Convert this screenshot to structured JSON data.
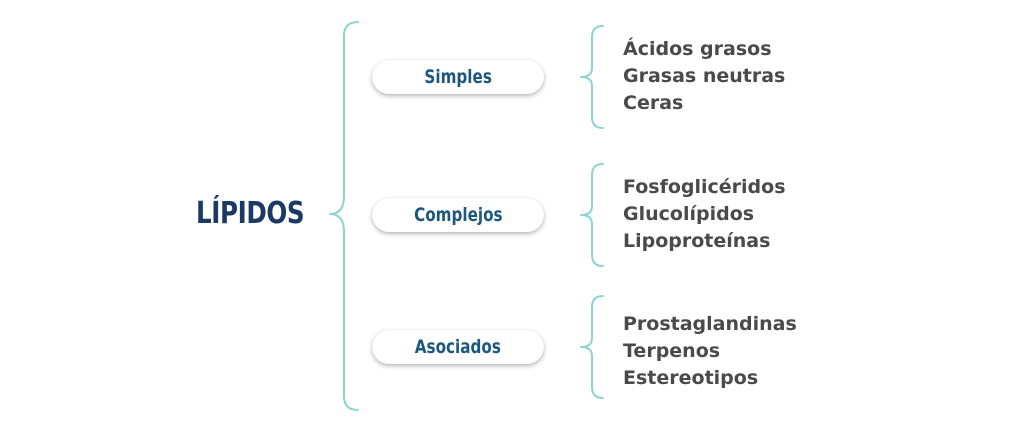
{
  "title": "LÍPIDOS",
  "groups": [
    {
      "label": "Simples",
      "items": [
        "Ácidos grasos",
        "Grasas neutras",
        "Ceras"
      ]
    },
    {
      "label": "Complejos",
      "items": [
        "Fosfoglicéridos",
        "Glucolípidos",
        "Lipoproteínas"
      ]
    },
    {
      "label": "Asociados",
      "items": [
        "Prostaglandinas",
        "Terpenos",
        "Estereotipos"
      ]
    }
  ],
  "colors": {
    "title": "#1b3a63",
    "pill_text": "#1c5780",
    "brace": "#8fd3d1",
    "item_text": "#4a4a4a"
  }
}
